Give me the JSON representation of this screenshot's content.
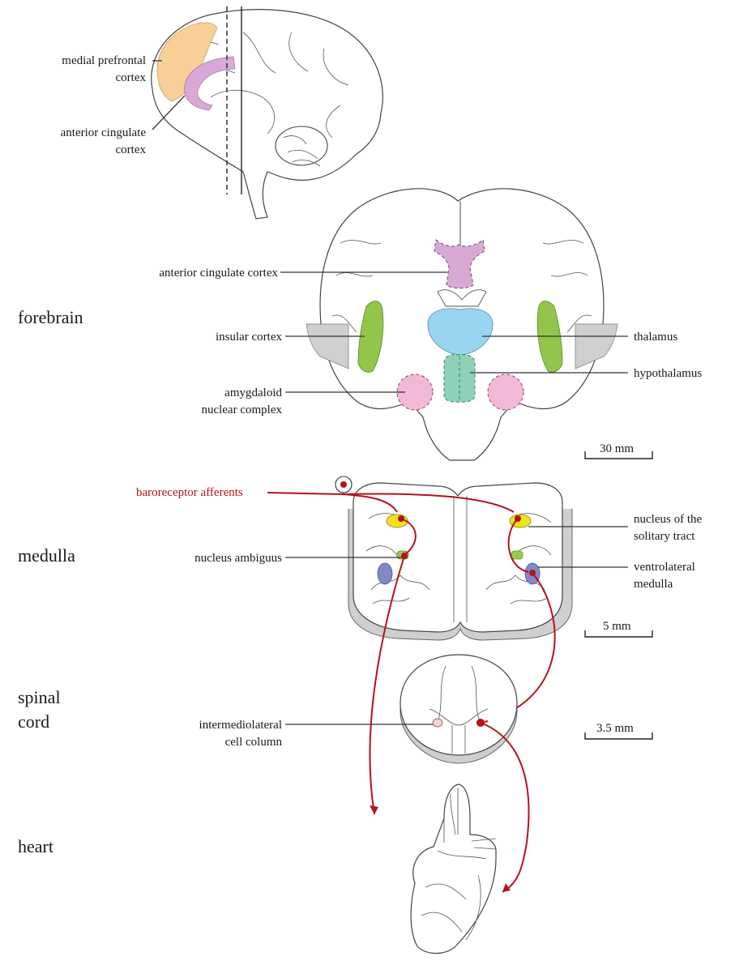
{
  "sections": {
    "forebrain": "forebrain",
    "medulla": "medulla",
    "spinal_cord_1": "spinal",
    "spinal_cord_2": "cord",
    "heart": "heart"
  },
  "labels": {
    "medial_prefrontal_1": "medial prefrontal",
    "medial_prefrontal_2": "cortex",
    "acc_top_1": "anterior cingulate",
    "acc_top_2": "cortex",
    "acc_coronal": "anterior cingulate cortex",
    "insular": "insular cortex",
    "thalamus": "thalamus",
    "hypothalamus": "hypothalamus",
    "amygdala_1": "amygdaloid",
    "amygdala_2": "nuclear complex",
    "baroreceptor": "baroreceptor afferents",
    "nts_1": "nucleus of the",
    "nts_2": "solitary tract",
    "ambiguus": "nucleus ambiguus",
    "vlm_1": "ventrolateral",
    "vlm_2": "medulla",
    "iml_1": "intermediolateral",
    "iml_2": "cell column"
  },
  "scale_bars": {
    "forebrain": "30 mm",
    "medulla": "5 mm",
    "spinal": "3.5 mm"
  },
  "colors": {
    "prefrontal": "#f9cf98",
    "cingulate": "#d9a9d6",
    "insular": "#92c54a",
    "thalamus": "#99d4f0",
    "hypothalamus": "#8fd1b8",
    "amygdala": "#f2b8d8",
    "nts": "#f2e21a",
    "ambiguus": "#9dc84a",
    "vlm": "#8088c8",
    "pathway": "#b5121b"
  }
}
